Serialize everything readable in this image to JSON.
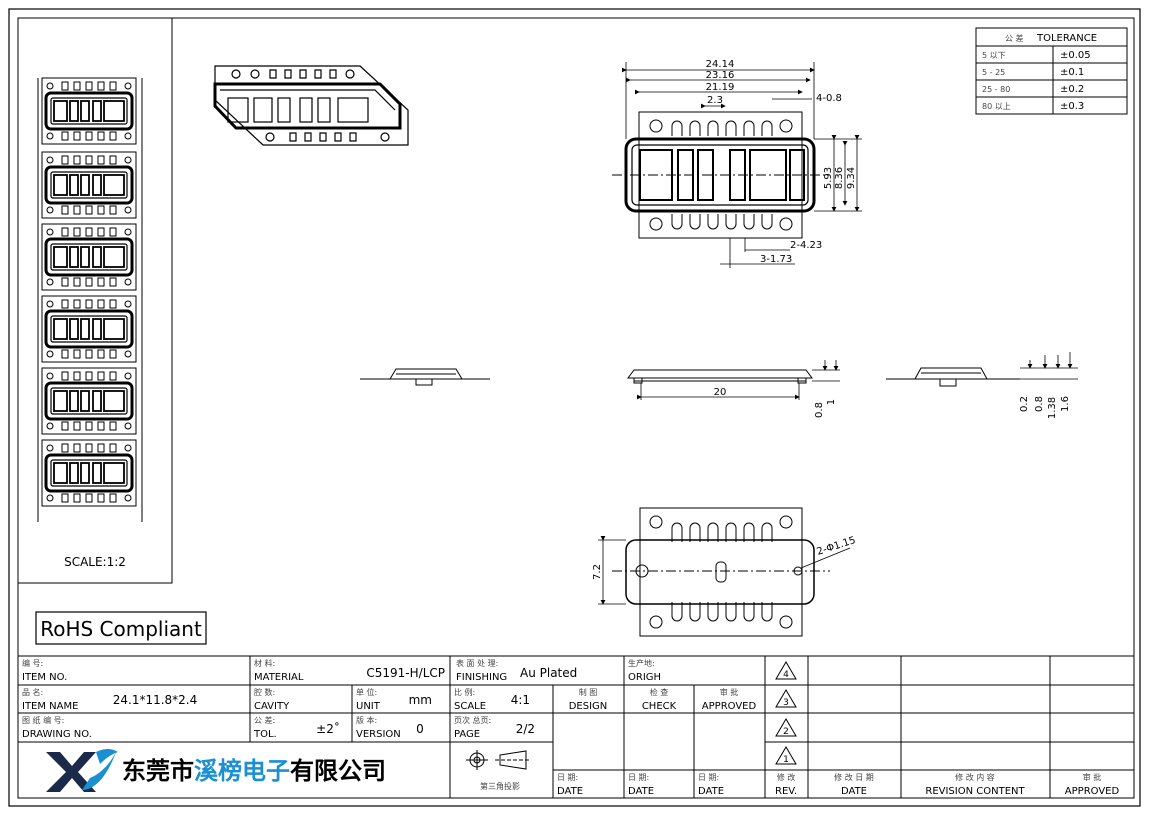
{
  "tolerance_table": {
    "title_cn": "公 差",
    "title_en": "TOLERANCE",
    "rows": [
      {
        "range": "5 以下",
        "tol": "±0.05"
      },
      {
        "range": "5 - 25",
        "tol": "±0.1"
      },
      {
        "range": "25 - 80",
        "tol": "±0.2"
      },
      {
        "range": "80 以上",
        "tol": "±0.3"
      }
    ]
  },
  "left_panel": {
    "scale": "SCALE:1:2",
    "rohs": "RoHS Compliant"
  },
  "dimensions": {
    "top_view": [
      "24.14",
      "23.16",
      "21.19",
      "2.3",
      "4-0.8",
      "5.93",
      "8.36",
      "9.34",
      "2-4.23",
      "3-1.73"
    ],
    "side_view": [
      "20",
      "0.8",
      "1"
    ],
    "end_view": [
      "0.2",
      "0.8",
      "1.38",
      "1.6"
    ],
    "bottom_view": [
      "7.2",
      "2-Φ1.15"
    ]
  },
  "title_block": {
    "item_no": {
      "cn": "编 号:",
      "en": "ITEM NO.",
      "value": ""
    },
    "material": {
      "cn": "材 料:",
      "en": "MATERIAL",
      "value": "C5191-H/LCP"
    },
    "finishing": {
      "cn": "表 面 处 理:",
      "en": "FINISHING",
      "value": "Au  Plated"
    },
    "origin": {
      "cn": "生产地:",
      "en": "ORIGH",
      "value": ""
    },
    "item_name": {
      "cn": "品 名:",
      "en": "ITEM NAME",
      "value": "24.1*11.8*2.4"
    },
    "cavity": {
      "cn": "腔 数:",
      "en": "CAVITY",
      "value": ""
    },
    "unit": {
      "cn": "单 位:",
      "en": "UNIT",
      "value": "mm"
    },
    "scale": {
      "cn": "比 例:",
      "en": "SCALE",
      "value": "4:1"
    },
    "design": {
      "cn": "制 图",
      "en": "DESIGN"
    },
    "check": {
      "cn": "检 查",
      "en": "CHECK"
    },
    "approved": {
      "cn": "审 批",
      "en": "APPROVED"
    },
    "drawing_no": {
      "cn": "图 纸 编 号:",
      "en": "DRAWING NO.",
      "value": ""
    },
    "tol": {
      "cn": "公 差:",
      "en": "TOL.",
      "value": "±2˚"
    },
    "version": {
      "cn": "版 本:",
      "en": "VERSION",
      "value": "0"
    },
    "page": {
      "cn": "页次 总页:",
      "en": "PAGE",
      "value": "2/2"
    },
    "projection": "第三角投影",
    "date_cn": "日 期:",
    "date_en": "DATE",
    "rev_markers": [
      "4",
      "3",
      "2",
      "1"
    ],
    "rev": {
      "cn": "修 改",
      "en": "REV."
    },
    "rev_date": {
      "cn": "修 改 日 期",
      "en": "DATE"
    },
    "rev_content": {
      "cn": "修 改 内 容",
      "en": "REVISION  CONTENT"
    },
    "rev_approved": {
      "cn": "审 批",
      "en": "APPROVED"
    }
  },
  "company": {
    "part1": "东莞市",
    "part2": "溪榜电子",
    "part3": "有限公司",
    "accent_color": "#1a8fd1",
    "logo_dark": "#1b2a4a"
  }
}
